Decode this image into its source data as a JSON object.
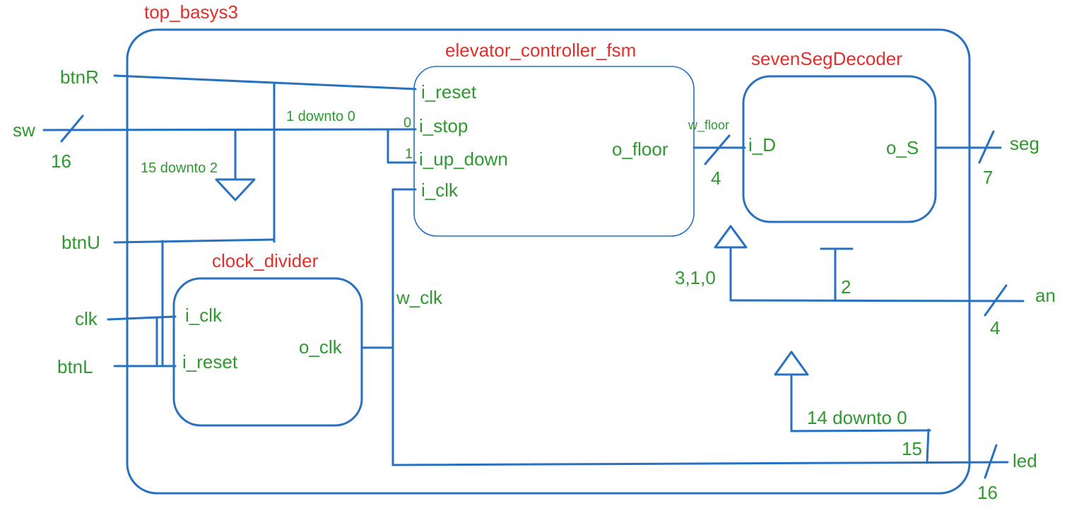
{
  "modules": {
    "top": "top_basys3",
    "fsm": "elevator_controller_fsm",
    "decoder": "sevenSegDecoder",
    "divider": "clock_divider"
  },
  "ports_external": {
    "btnR": "btnR",
    "sw": "sw",
    "sw_width": "16",
    "btnU": "btnU",
    "clk": "clk",
    "btnL": "btnL",
    "seg": "seg",
    "seg_width": "7",
    "an": "an",
    "an_width": "4",
    "led": "led",
    "led_width": "16"
  },
  "fsm_ports": {
    "reset": "i_reset",
    "stop": "i_stop",
    "up_down": "i_up_down",
    "clk": "i_clk",
    "floor": "o_floor"
  },
  "decoder_ports": {
    "d": "i_D",
    "s": "o_S"
  },
  "divider_ports": {
    "clk": "i_clk",
    "reset": "i_reset",
    "oclk": "o_clk"
  },
  "signals": {
    "sw_slice": "1 downto 0",
    "bit0": "0",
    "bit1": "1",
    "sw_unused": "15 downto 2",
    "w_floor": "w_floor",
    "w_floor_width": "4",
    "w_clk": "w_clk",
    "an_low": "3,1,0",
    "an_bit2": "2",
    "led_low": "14 downto 0",
    "led_bit15": "15"
  },
  "colors": {
    "wire": "#2870c0",
    "label": "#2e9a2e",
    "module_title": "#e0302c"
  }
}
